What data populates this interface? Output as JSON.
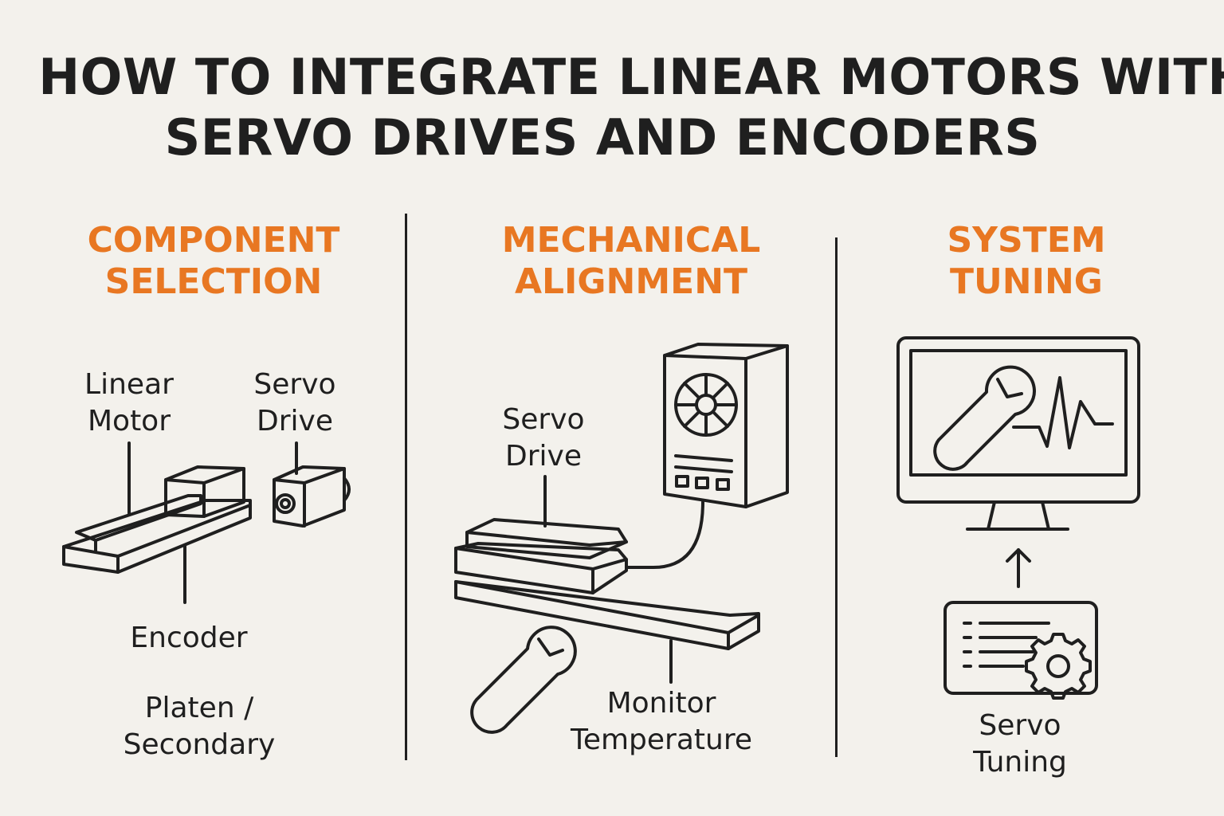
{
  "title": {
    "line1": "HOW TO INTEGRATE LINEAR MOTORS WITH",
    "line2": "SERVO DRIVES AND ENCODERS"
  },
  "sections": [
    {
      "title_line1": "COMPONENT",
      "title_line2": "SELECTION",
      "labels": {
        "linear_motor": [
          "Linear",
          "Motor"
        ],
        "servo_drive": [
          "Servo",
          "Drive"
        ],
        "encoder": "Encoder",
        "platen": [
          "Platen /",
          "Secondary"
        ]
      }
    },
    {
      "title_line1": "MECHANICAL",
      "title_line2": "ALIGNMENT",
      "labels": {
        "servo_drive": [
          "Servo",
          "Drive"
        ],
        "monitor_temperature": [
          "Monitor",
          "Temperature"
        ]
      }
    },
    {
      "title_line1": "SYSTEM",
      "title_line2": "TUNING",
      "labels": {
        "servo_tuning": [
          "Servo",
          "Tuning"
        ]
      }
    }
  ],
  "colors": {
    "background": "#f3f1ec",
    "accent": "#e87722",
    "ink": "#1f1f1f"
  }
}
